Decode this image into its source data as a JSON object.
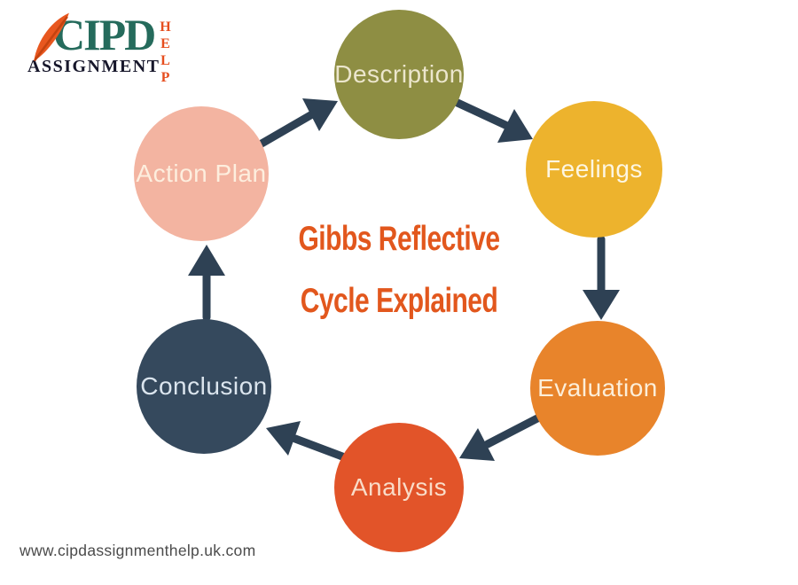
{
  "logo": {
    "brand": "CIPD",
    "word": "ASSIGNMENT",
    "vertical": "HELP",
    "colors": {
      "brand": "#256b5c",
      "word": "#17172b",
      "vertical": "#e64e1f",
      "feather": "#e8571f",
      "feather_spine": "#c4430f"
    }
  },
  "title": {
    "line1": "Gibbs Reflective",
    "line2": "Cycle Explained",
    "color": "#e2571d"
  },
  "cycle": {
    "arrow_color": "#2e4154",
    "stages": [
      {
        "label": "Description",
        "color": "#8e8e43",
        "text_color": "#ece6cd"
      },
      {
        "label": "Feelings",
        "color": "#edb32d",
        "text_color": "#fdf6e2"
      },
      {
        "label": "Evaluation",
        "color": "#e8842b",
        "text_color": "#fceed9"
      },
      {
        "label": "Analysis",
        "color": "#e25429",
        "text_color": "#f9dcc8"
      },
      {
        "label": "Conclusion",
        "color": "#35495d",
        "text_color": "#dbe5ee"
      },
      {
        "label": "Action Plan",
        "color": "#f3b4a1",
        "text_color": "#fdeede"
      }
    ],
    "flow": [
      {
        "from": "Action Plan",
        "to": "Description"
      },
      {
        "from": "Description",
        "to": "Feelings"
      },
      {
        "from": "Feelings",
        "to": "Evaluation"
      },
      {
        "from": "Evaluation",
        "to": "Analysis"
      },
      {
        "from": "Analysis",
        "to": "Conclusion"
      },
      {
        "from": "Conclusion",
        "to": "Action Plan"
      }
    ]
  },
  "footer": {
    "url": "www.cipdassignmenthelp.uk.com",
    "color": "#4b4b4b"
  }
}
